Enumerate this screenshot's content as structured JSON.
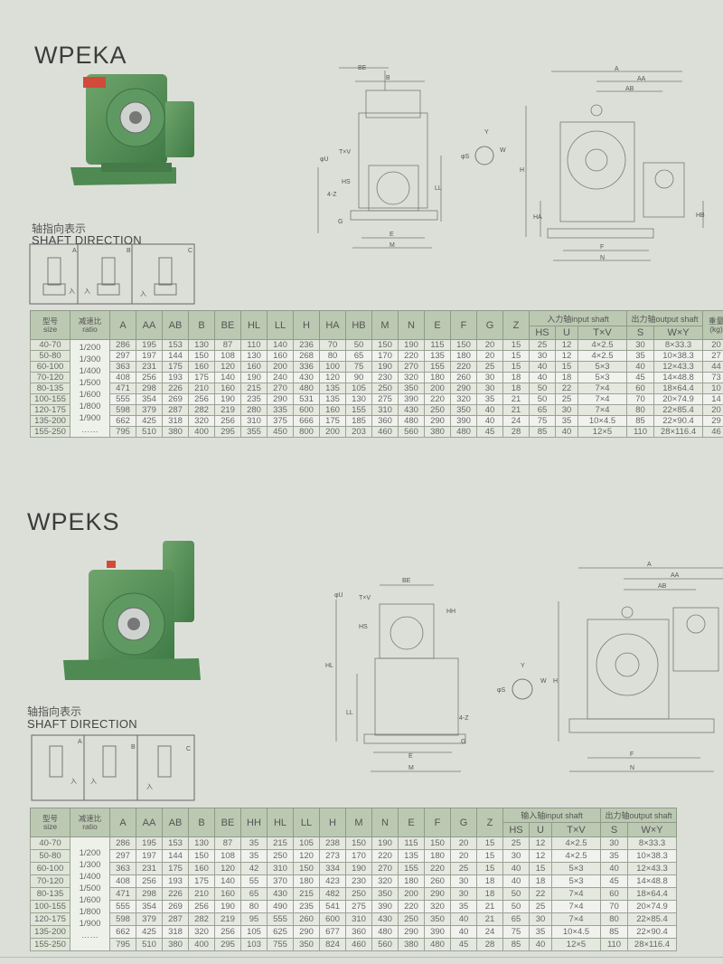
{
  "sections": [
    {
      "title": "WPEKA",
      "shaft_direction_cn": "轴指向表示",
      "shaft_direction_en": "SHAFT DIRECTION",
      "direction_labels": [
        "A",
        "B",
        "C"
      ],
      "input_mark": "入",
      "dims": {
        "BE": "BE",
        "B": "B",
        "TxV": "T×V",
        "U": "φU",
        "HS": "HS",
        "Z": "4-Z",
        "G": "G",
        "LL": "LL",
        "E": "E",
        "M": "M",
        "Y": "Y",
        "S": "φS",
        "W": "W",
        "A": "A",
        "AA": "AA",
        "AB": "AB",
        "H": "H",
        "HA": "HA",
        "HB": "HB",
        "F": "F",
        "N": "N"
      },
      "table": {
        "size_cn": "型号",
        "size_en": "size",
        "ratio_cn": "减速比",
        "ratio_en": "ratio",
        "columns": [
          "A",
          "AA",
          "AB",
          "B",
          "BE",
          "HL",
          "LL",
          "H",
          "HA",
          "HB",
          "M",
          "N",
          "E",
          "F",
          "G",
          "Z"
        ],
        "input_group": "入力轴input shaft",
        "input_cols": [
          "HS",
          "U",
          "T×V"
        ],
        "output_group": "出力轴output shaft",
        "output_cols": [
          "S",
          "W×Y"
        ],
        "weight_cn": "重量",
        "weight_en": "(kg)",
        "ratios": [
          "1/200",
          "1/300",
          "1/400",
          "1/500",
          "1/600",
          "1/800",
          "1/900",
          "……"
        ],
        "weights": [
          "20",
          "27",
          "44",
          "73",
          "10",
          "14",
          "20",
          "29",
          "46"
        ],
        "rows": [
          [
            "40-70",
            "286",
            "195",
            "153",
            "130",
            "87",
            "110",
            "140",
            "236",
            "70",
            "50",
            "150",
            "190",
            "115",
            "150",
            "20",
            "15",
            "25",
            "12",
            "4×2.5",
            "30",
            "8×33.3"
          ],
          [
            "50-80",
            "297",
            "197",
            "144",
            "150",
            "108",
            "130",
            "160",
            "268",
            "80",
            "65",
            "170",
            "220",
            "135",
            "180",
            "20",
            "15",
            "30",
            "12",
            "4×2.5",
            "35",
            "10×38.3"
          ],
          [
            "60-100",
            "363",
            "231",
            "175",
            "160",
            "120",
            "160",
            "200",
            "336",
            "100",
            "75",
            "190",
            "270",
            "155",
            "220",
            "25",
            "15",
            "40",
            "15",
            "5×3",
            "40",
            "12×43.3"
          ],
          [
            "70-120",
            "408",
            "256",
            "193",
            "175",
            "140",
            "190",
            "240",
            "430",
            "120",
            "90",
            "230",
            "320",
            "180",
            "260",
            "30",
            "18",
            "40",
            "18",
            "5×3",
            "45",
            "14×48.8"
          ],
          [
            "80-135",
            "471",
            "298",
            "226",
            "210",
            "160",
            "215",
            "270",
            "480",
            "135",
            "105",
            "250",
            "350",
            "200",
            "290",
            "30",
            "18",
            "50",
            "22",
            "7×4",
            "60",
            "18×64.4"
          ],
          [
            "100-155",
            "555",
            "354",
            "269",
            "256",
            "190",
            "235",
            "290",
            "531",
            "135",
            "130",
            "275",
            "390",
            "220",
            "320",
            "35",
            "21",
            "50",
            "25",
            "7×4",
            "70",
            "20×74.9"
          ],
          [
            "120-175",
            "598",
            "379",
            "287",
            "282",
            "219",
            "280",
            "335",
            "600",
            "160",
            "155",
            "310",
            "430",
            "250",
            "350",
            "40",
            "21",
            "65",
            "30",
            "7×4",
            "80",
            "22×85.4"
          ],
          [
            "135-200",
            "662",
            "425",
            "318",
            "320",
            "256",
            "310",
            "375",
            "666",
            "175",
            "185",
            "360",
            "480",
            "290",
            "390",
            "40",
            "24",
            "75",
            "35",
            "10×4.5",
            "85",
            "22×90.4"
          ],
          [
            "155-250",
            "795",
            "510",
            "380",
            "400",
            "295",
            "355",
            "450",
            "800",
            "200",
            "203",
            "460",
            "560",
            "380",
            "480",
            "45",
            "28",
            "85",
            "40",
            "12×5",
            "110",
            "28×116.4"
          ]
        ]
      }
    },
    {
      "title": "WPEKS",
      "shaft_direction_cn": "轴指向表示",
      "shaft_direction_en": "SHAFT DIRECTION",
      "direction_labels": [
        "A",
        "B",
        "C"
      ],
      "input_mark": "入",
      "dims": {
        "BE": "BE",
        "TxV": "T×V",
        "U": "φU",
        "HS": "HS",
        "HH": "HH",
        "HL": "HL",
        "LL": "LL",
        "Z": "4-Z",
        "G": "G",
        "E": "E",
        "M": "M",
        "Y": "Y",
        "S": "φS",
        "W": "W",
        "A": "A",
        "AA": "AA",
        "AB": "AB",
        "H": "H",
        "F": "F",
        "N": "N"
      },
      "table": {
        "size_cn": "型号",
        "size_en": "size",
        "ratio_cn": "减速比",
        "ratio_en": "ratio",
        "columns": [
          "A",
          "AA",
          "AB",
          "B",
          "BE",
          "HH",
          "HL",
          "LL",
          "H",
          "M",
          "N",
          "E",
          "F",
          "G",
          "Z"
        ],
        "input_group": "输入轴input shaft",
        "input_cols": [
          "HS",
          "U",
          "T×V"
        ],
        "output_group": "出力轴output shaft",
        "output_cols": [
          "S",
          "W×Y"
        ],
        "ratios": [
          "1/200",
          "1/300",
          "1/400",
          "1/500",
          "1/600",
          "1/800",
          "1/900",
          "……"
        ],
        "rows": [
          [
            "40-70",
            "286",
            "195",
            "153",
            "130",
            "87",
            "35",
            "215",
            "105",
            "238",
            "150",
            "190",
            "115",
            "150",
            "20",
            "15",
            "25",
            "12",
            "4×2.5",
            "30",
            "8×33.3"
          ],
          [
            "50-80",
            "297",
            "197",
            "144",
            "150",
            "108",
            "35",
            "250",
            "120",
            "273",
            "170",
            "220",
            "135",
            "180",
            "20",
            "15",
            "30",
            "12",
            "4×2.5",
            "35",
            "10×38.3"
          ],
          [
            "60-100",
            "363",
            "231",
            "175",
            "160",
            "120",
            "42",
            "310",
            "150",
            "334",
            "190",
            "270",
            "155",
            "220",
            "25",
            "15",
            "40",
            "15",
            "5×3",
            "40",
            "12×43.3"
          ],
          [
            "70-120",
            "408",
            "256",
            "193",
            "175",
            "140",
            "55",
            "370",
            "180",
            "423",
            "230",
            "320",
            "180",
            "260",
            "30",
            "18",
            "40",
            "18",
            "5×3",
            "45",
            "14×48.8"
          ],
          [
            "80-135",
            "471",
            "298",
            "226",
            "210",
            "160",
            "65",
            "430",
            "215",
            "482",
            "250",
            "350",
            "200",
            "290",
            "30",
            "18",
            "50",
            "22",
            "7×4",
            "60",
            "18×64.4"
          ],
          [
            "100-155",
            "555",
            "354",
            "269",
            "256",
            "190",
            "80",
            "490",
            "235",
            "541",
            "275",
            "390",
            "220",
            "320",
            "35",
            "21",
            "50",
            "25",
            "7×4",
            "70",
            "20×74.9"
          ],
          [
            "120-175",
            "598",
            "379",
            "287",
            "282",
            "219",
            "95",
            "555",
            "260",
            "600",
            "310",
            "430",
            "250",
            "350",
            "40",
            "21",
            "65",
            "30",
            "7×4",
            "80",
            "22×85.4"
          ],
          [
            "135-200",
            "662",
            "425",
            "318",
            "320",
            "256",
            "105",
            "625",
            "290",
            "677",
            "360",
            "480",
            "290",
            "390",
            "40",
            "24",
            "75",
            "35",
            "10×4.5",
            "85",
            "22×90.4"
          ],
          [
            "155-250",
            "795",
            "510",
            "380",
            "400",
            "295",
            "103",
            "755",
            "350",
            "824",
            "460",
            "560",
            "380",
            "480",
            "45",
            "28",
            "85",
            "40",
            "12×5",
            "110",
            "28×116.4"
          ]
        ]
      }
    }
  ]
}
